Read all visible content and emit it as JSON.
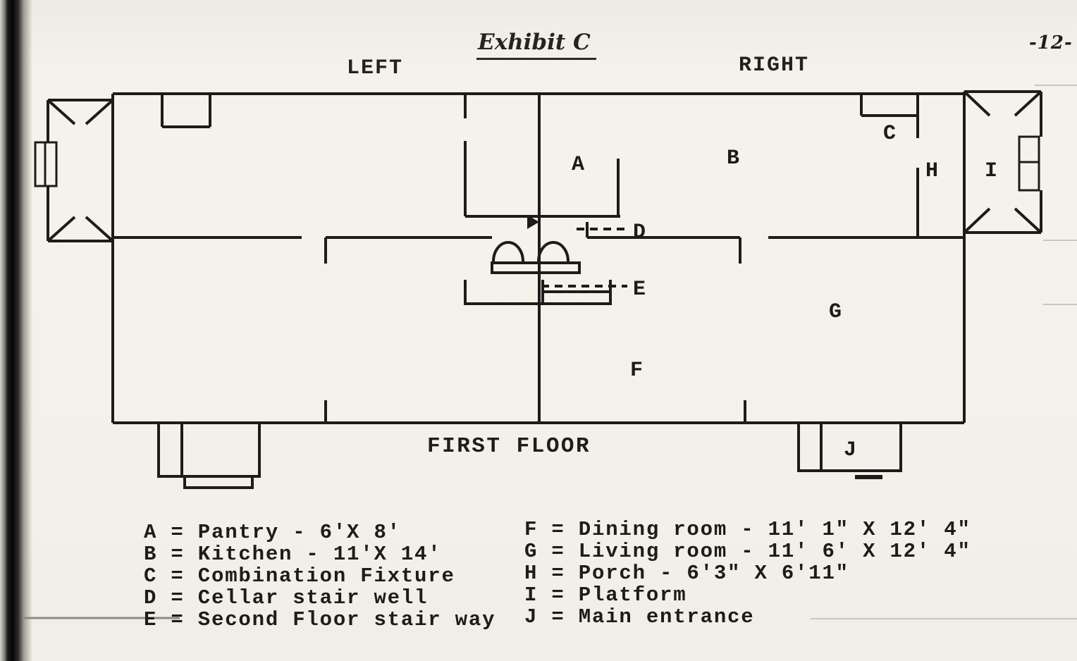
{
  "page": {
    "exhibit_title": "Exhibit C",
    "page_number": "-12-",
    "left_label": "LEFT",
    "right_label": "RIGHT",
    "floor_caption": "FIRST FLOOR"
  },
  "plan": {
    "room_labels": {
      "A": "A",
      "B": "B",
      "C": "C",
      "D": "D",
      "E": "E",
      "F": "F",
      "G": "G",
      "H": "H",
      "I": "I",
      "J": "J"
    }
  },
  "legend": {
    "left": [
      "A = Pantry - 6'X 8'",
      "B = Kitchen - 11'X 14'",
      "C = Combination Fixture",
      "D = Cellar stair well",
      "E = Second Floor stair way"
    ],
    "right": [
      "F = Dining room - 11' 1\" X 12' 4\"",
      "G = Living room - 11' 6' X 12' 4\"",
      "H = Porch - 6'3\" X 6'11\"",
      "I = Platform",
      "J = Main entrance"
    ]
  }
}
